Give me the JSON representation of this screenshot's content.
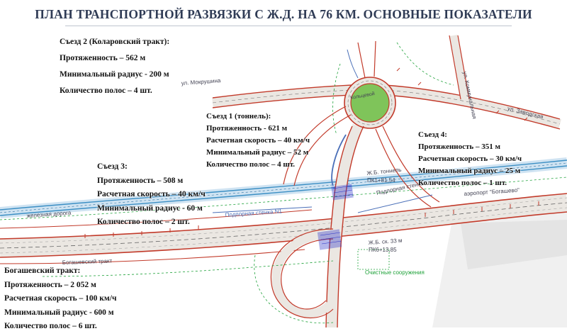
{
  "title": "ПЛАН ТРАНСПОРТНОЙ РАЗВЯЗКИ С Ж.Д. НА 76 КМ. ОСНОВНЫЕ ПОКАЗАТЕЛИ",
  "exits": {
    "exit2": {
      "heading": "Съезд 2 (Коларовский тракт):",
      "length": "Протяженность – 562 м",
      "min_radius": "Минимальный радиус - 200 м",
      "lanes": "Количество полос – 4 шт."
    },
    "exit1": {
      "heading": "Съезд 1 (тоннель):",
      "length": "Протяженность - 621 м",
      "speed": "Расчетная скорость – 40 км/ч",
      "min_radius": "Минимальный радиус – 52 м",
      "lanes": "Количество полос – 4 шт."
    },
    "exit4": {
      "heading": "Съезд 4:",
      "length": "Протяженность – 351 м",
      "speed": "Расчетная скорость – 30 км/ч",
      "min_radius": "Минимальный радиус – 25 м",
      "lanes": "Количество полос – 1 шт."
    },
    "exit3": {
      "heading": "Съезд 3:",
      "length": "Протяженность – 508 м",
      "speed": "Расчетная скорость – 40 км/ч",
      "min_radius": "Минимальный радиус - 60 м",
      "lanes": "Количество полос – 2 шт."
    },
    "bogashev": {
      "heading": "Богашевский тракт:",
      "length": "Протяженность – 2 052 м",
      "speed": "Расчетная скорость – 100 км/ч",
      "min_radius": "Минимальный радиус - 600 м",
      "lanes": "Количество полос – 6 шт."
    }
  },
  "map_labels": {
    "street_mokrushina": "ул. Мокрушина",
    "street_kommunalnaya": "ул. Коммунальная",
    "street_zavodskaya": "ул. Заводская",
    "railway": "железная дорога",
    "bogashev_road": "Богашевский тракт",
    "tunnel": "Ж.Б. тоннель",
    "tunnel_pk": "ПК1+81,54",
    "retaining_wall_1": "Подпорная стенка N1",
    "retaining_wall_2": "Подпорная стенка",
    "culvert": "Ж.Б. ск. 33 м",
    "culvert_pk": "ПК6+13,85",
    "treatment": "Очистные сооружения",
    "airport": "аэропорт \"Богашево\"",
    "roundabout": "Кольцевой"
  },
  "colors": {
    "title": "#2f3b55",
    "road_edge": "#c23a2a",
    "road_fill": "#ebe7e2",
    "rail": "#3c8fc4",
    "green": "#7fc45a",
    "bridge": "#2830c8",
    "grid": "#1fa23a"
  }
}
